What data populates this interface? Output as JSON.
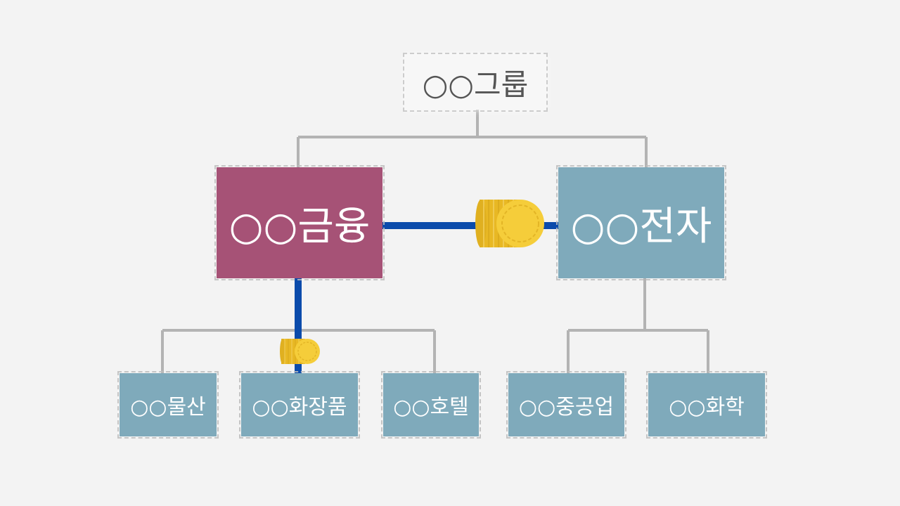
{
  "diagram": {
    "root": {
      "label": "○○그룹"
    },
    "mid": [
      {
        "label": "○○금융",
        "color": "#a65276"
      },
      {
        "label": "○○전자",
        "color": "#7faabb"
      }
    ],
    "leaves": [
      {
        "label": "○○물산"
      },
      {
        "label": "○○화장품"
      },
      {
        "label": "○○호텔"
      },
      {
        "label": "○○중공업"
      },
      {
        "label": "○○화학"
      }
    ],
    "colors": {
      "background": "#f3f3f3",
      "connector": "#b3b3b3",
      "ownership_link": "#0b4bab",
      "coin": "#f5cd3a",
      "leaf_box": "#7faabb"
    },
    "icons": [
      "coin-stack-icon",
      "coin-stack-icon"
    ]
  }
}
